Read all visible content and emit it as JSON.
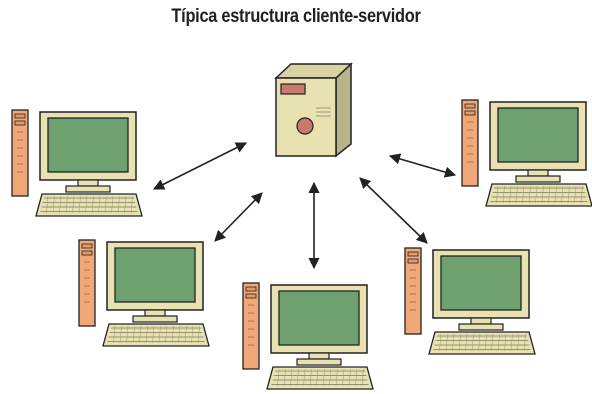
{
  "diagram": {
    "title": "Típica estructura cliente-servidor",
    "colors": {
      "beige": "#e8e2b2",
      "screen": "#6ea070",
      "tower": "#f0a878",
      "server_side": "#b8b48a",
      "server_slot": "#c97b6b",
      "outline": "#222222"
    },
    "nodes": [
      {
        "id": "server",
        "kind": "server"
      },
      {
        "id": "client-top-left",
        "kind": "client"
      },
      {
        "id": "client-mid-left",
        "kind": "client"
      },
      {
        "id": "client-bottom-center",
        "kind": "client"
      },
      {
        "id": "client-mid-right",
        "kind": "client"
      },
      {
        "id": "client-top-right",
        "kind": "client"
      }
    ],
    "edges": [
      {
        "from": "server",
        "to": "client-top-left",
        "direction": "both"
      },
      {
        "from": "server",
        "to": "client-mid-left",
        "direction": "both"
      },
      {
        "from": "server",
        "to": "client-bottom-center",
        "direction": "both"
      },
      {
        "from": "server",
        "to": "client-mid-right",
        "direction": "both"
      },
      {
        "from": "server",
        "to": "client-top-right",
        "direction": "both"
      }
    ]
  }
}
